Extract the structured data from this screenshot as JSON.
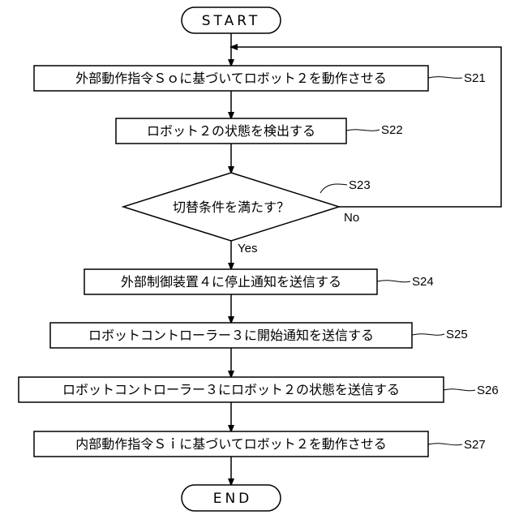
{
  "start": "START",
  "end": "END",
  "steps": [
    {
      "id": "S21",
      "text": "外部動作指令Ｓｏに基づいてロボット２を動作させる"
    },
    {
      "id": "S22",
      "text": "ロボット２の状態を検出する"
    },
    {
      "id": "S23",
      "text": "切替条件を満たす？"
    },
    {
      "id": "S24",
      "text": "外部制御装置４に停止通知を送信する"
    },
    {
      "id": "S25",
      "text": "ロボットコントローラー３に開始通知を送信する"
    },
    {
      "id": "S26",
      "text": "ロボットコントローラー３にロボット２の状態を送信する"
    },
    {
      "id": "S27",
      "text": "内部動作指令Ｓｉに基づいてロボット２を動作させる"
    }
  ],
  "branch_labels": {
    "no": "No",
    "yes": "Yes"
  }
}
